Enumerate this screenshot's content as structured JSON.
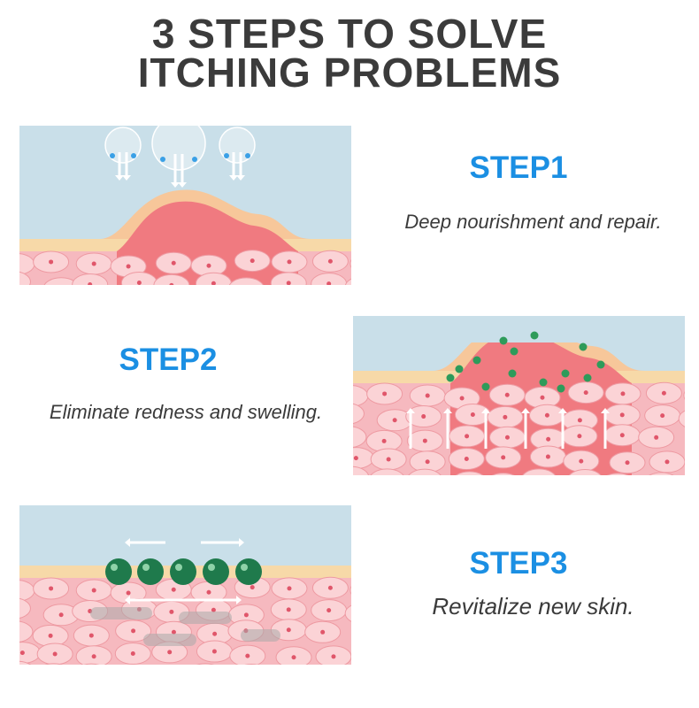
{
  "title": {
    "line1": "3 STEPS TO SOLVE",
    "line2": "ITCHING PROBLEMS"
  },
  "steps": [
    {
      "label": "STEP1",
      "description": "Deep nourishment and repair."
    },
    {
      "label": "STEP2",
      "description": "Eliminate redness and swelling."
    },
    {
      "label": "STEP3",
      "description": "Revitalize new skin."
    }
  ],
  "colors": {
    "accent": "#1b8fe3",
    "title": "#3b3b3b",
    "sky": "#c9dfe9",
    "epidermis": "#f7d9a8",
    "cells": "#f6b9bf",
    "green": "#2e9b5a"
  }
}
